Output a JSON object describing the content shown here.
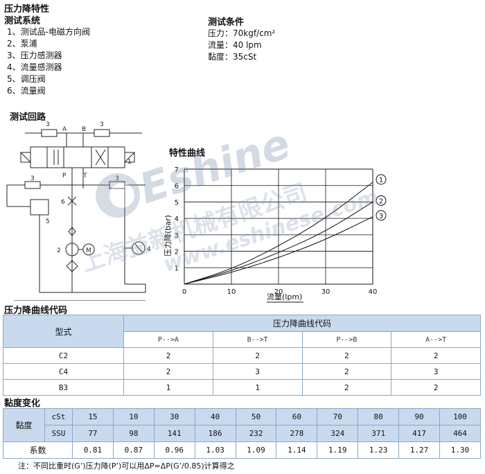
{
  "page_title": "压力降特性",
  "system": {
    "heading": "测试系统",
    "items": [
      "1、测试品-电磁方向阀",
      "2、泵浦",
      "3、压力感测器",
      "4、流量感测器",
      "5、调压阀",
      "6、流量阀"
    ]
  },
  "conditions": {
    "heading": "测试条件",
    "items": [
      "压力：70kgf/cm²",
      "流量：40 lpm",
      "黏度：35cSt"
    ]
  },
  "circuit": {
    "heading": "测试回路",
    "port_a": "A",
    "port_b": "B",
    "port_p": "P",
    "port_t": "T",
    "n1": "1",
    "n2": "2",
    "n3": "3",
    "n4": "4",
    "n5": "5",
    "n6": "6",
    "motor": "M"
  },
  "chart_heading": "特性曲线",
  "watermark": {
    "brand": "Eshine",
    "company": "上海益新机械有限公司",
    "site": "www.eshinese.com"
  },
  "chart_data": {
    "type": "line",
    "xlabel": "流量(lpm)",
    "ylabel": "压力降(bar)",
    "xlim": [
      0,
      40
    ],
    "ylim": [
      0,
      7
    ],
    "x_ticks": [
      "0",
      "10",
      "20",
      "30",
      "40"
    ],
    "y_ticks": [
      "1",
      "2",
      "3",
      "4",
      "5",
      "6",
      "7"
    ],
    "grid": true,
    "series": [
      {
        "name": "1",
        "x": [
          0,
          10,
          20,
          30,
          40
        ],
        "y": [
          0,
          0.9,
          2.3,
          4.0,
          6.2
        ]
      },
      {
        "name": "2",
        "x": [
          0,
          10,
          20,
          30,
          40
        ],
        "y": [
          0,
          0.8,
          1.9,
          3.2,
          5.0
        ]
      },
      {
        "name": "3",
        "x": [
          0,
          10,
          20,
          30,
          40
        ],
        "y": [
          0,
          0.7,
          1.6,
          2.7,
          4.1
        ]
      }
    ]
  },
  "code_table": {
    "heading": "压力降曲线代码",
    "model_header": "型式",
    "group_header": "压力降曲线代码",
    "columns": [
      "P-->A",
      "B-->T",
      "P-->B",
      "A-->T"
    ],
    "rows": [
      {
        "model": "C2",
        "values": [
          "2",
          "2",
          "2",
          "2"
        ]
      },
      {
        "model": "C4",
        "values": [
          "2",
          "3",
          "2",
          "3"
        ]
      },
      {
        "model": "B3",
        "values": [
          "1",
          "1",
          "2",
          "2"
        ]
      }
    ]
  },
  "viscosity": {
    "heading": "黏度变化",
    "label": "黏度",
    "cst_label": "cSt",
    "ssu_label": "SSU",
    "factor_label": "系数",
    "cst": [
      "15",
      "10",
      "30",
      "40",
      "50",
      "60",
      "70",
      "80",
      "90",
      "100"
    ],
    "ssu": [
      "77",
      "98",
      "141",
      "186",
      "232",
      "278",
      "324",
      "371",
      "417",
      "464"
    ],
    "factor": [
      "0.81",
      "0.87",
      "0.96",
      "1.03",
      "1.09",
      "1.14",
      "1.19",
      "1.23",
      "1.27",
      "1.30"
    ]
  },
  "note": "注：不同比重时(G’)压力降(P’)可以用ΔP=ΔP(G’/0.85)计算得之"
}
